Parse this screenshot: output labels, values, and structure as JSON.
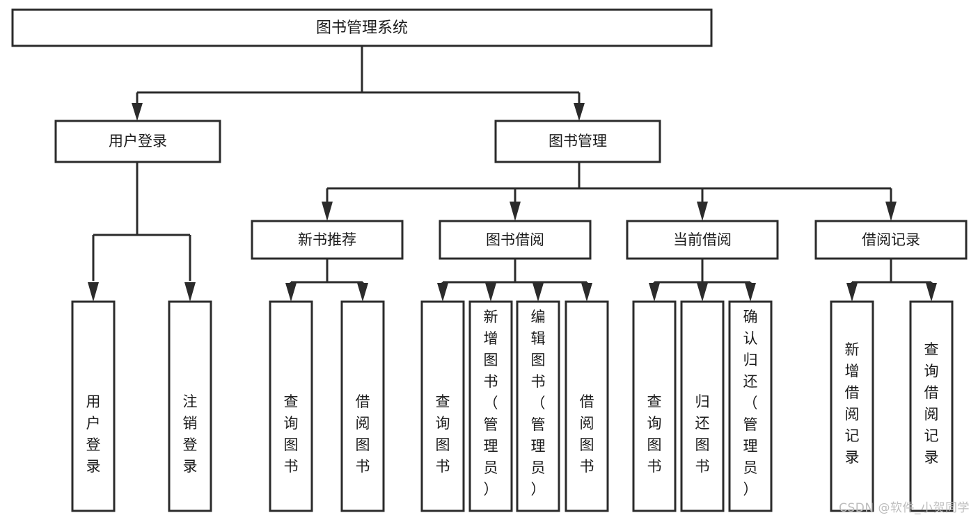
{
  "diagram": {
    "title": "图书管理系统",
    "type": "tree-hierarchy",
    "watermark": "CSDN @软件_小贺同学",
    "colors": {
      "stroke": "#2b2b2b",
      "fill": "#ffffff",
      "text": "#1b1b1b",
      "watermark": "#bdbdbd"
    },
    "nodes": {
      "root": {
        "label": "图书管理系统"
      },
      "level2": [
        {
          "id": "user-login",
          "label": "用户登录"
        },
        {
          "id": "book-management",
          "label": "图书管理"
        }
      ],
      "level3": [
        {
          "id": "new-book-recommend",
          "label": "新书推荐"
        },
        {
          "id": "book-borrow",
          "label": "图书借阅"
        },
        {
          "id": "current-borrow",
          "label": "当前借阅"
        },
        {
          "id": "borrow-record",
          "label": "借阅记录"
        }
      ],
      "leaves": {
        "user-login": [
          {
            "id": "leaf-user-login",
            "label": "用户登录"
          },
          {
            "id": "leaf-logout-login",
            "label": "注销登录"
          }
        ],
        "new-book-recommend": [
          {
            "id": "leaf-query-book-1",
            "label": "查询图书"
          },
          {
            "id": "leaf-borrow-book-1",
            "label": "借阅图书"
          }
        ],
        "book-borrow": [
          {
            "id": "leaf-query-book-2",
            "label": "查询图书"
          },
          {
            "id": "leaf-add-book",
            "label": "新增图书（管理员）"
          },
          {
            "id": "leaf-edit-book",
            "label": "编辑图书（管理员）"
          },
          {
            "id": "leaf-borrow-book-2",
            "label": "借阅图书"
          }
        ],
        "current-borrow": [
          {
            "id": "leaf-query-book-3",
            "label": "查询图书"
          },
          {
            "id": "leaf-return-book",
            "label": "归还图书"
          },
          {
            "id": "leaf-confirm-return",
            "label": "确认归还（管理员）"
          }
        ],
        "borrow-record": [
          {
            "id": "leaf-add-record",
            "label": "新增借阅记录"
          },
          {
            "id": "leaf-query-record",
            "label": "查询借阅记录"
          }
        ]
      }
    }
  }
}
